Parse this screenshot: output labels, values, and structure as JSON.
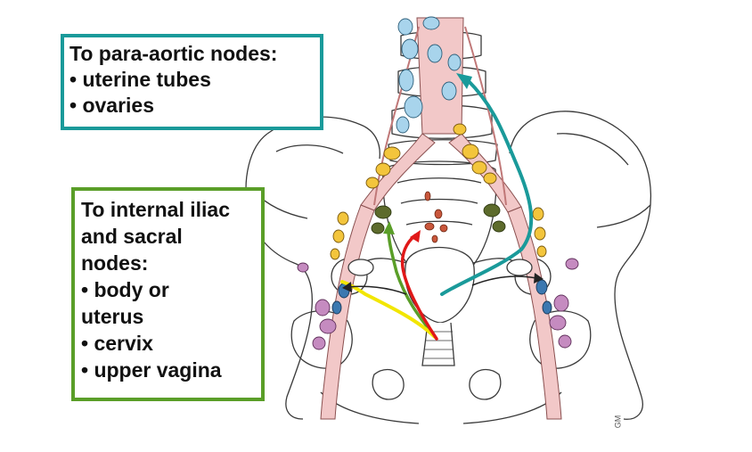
{
  "para_aortic_box": {
    "title": "To para-aortic nodes:",
    "items": [
      "• uterine tubes",
      "• ovaries"
    ],
    "border_color": "#1a9a9a"
  },
  "iliac_box": {
    "lines": [
      "To internal iliac",
      "and sacral",
      "nodes:",
      "• body or",
      "uterus",
      "• cervix",
      "• upper vagina"
    ],
    "border_color": "#5a9e28"
  },
  "artist_initials": "GM",
  "pathway_colors": {
    "para_aortic_route": "#1a9a9a",
    "internal_iliac_route": "#5a9e28",
    "external_iliac_route": "#f2e600",
    "sacral_route": "#e01818"
  },
  "node_colors": {
    "para_aortic_nodes": "#a8d4ec",
    "common_iliac_nodes": "#f3c53c",
    "internal_iliac_nodes": "#5d6b2c",
    "sacral_nodes": "#c9573c",
    "external_iliac_nodes": "#c58bc0",
    "deep_inguinal_nodes": "#3b78b0"
  },
  "vessel_color": "#f2c8c8"
}
